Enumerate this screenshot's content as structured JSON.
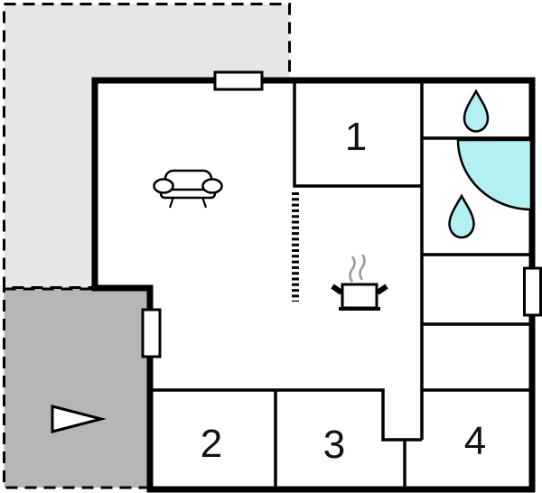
{
  "colors": {
    "wall": "#000000",
    "floor": "#ffffff",
    "terrace": "#e7e7e7",
    "carport": "#b6b6b6",
    "water": "#b3f0f2",
    "steam": "#999999",
    "label": "#111111"
  },
  "rooms": {
    "bedroom1": {
      "label": "1"
    },
    "bedroom2": {
      "label": "2"
    },
    "bedroom3": {
      "label": "3"
    },
    "bedroom4": {
      "label": "4"
    }
  },
  "icons": {
    "sofa": "sofa-icon",
    "cooking_pot": "cooking-pot-icon",
    "steam": "steam-icon",
    "water_drop_toilet": "water-drop-icon",
    "water_drop_shower": "water-drop-icon",
    "shower_tray": "shower-quarter-circle-icon",
    "direction_arrow": "arrow-right-icon"
  }
}
